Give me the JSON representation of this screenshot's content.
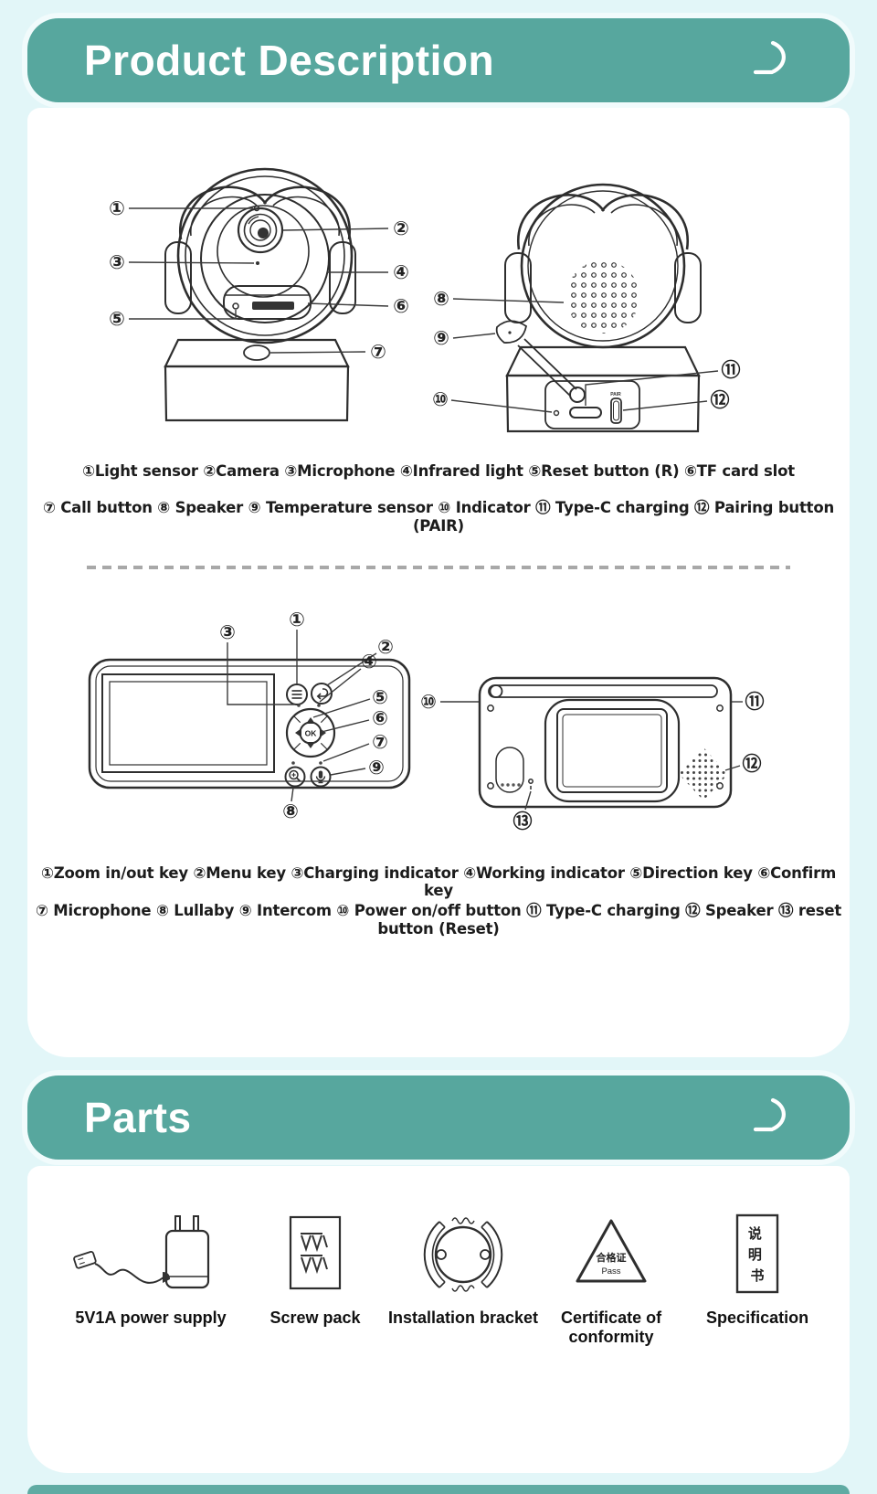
{
  "page": {
    "background": "#e2f6f8",
    "accent": "#57a79e",
    "card_color": "#ffffff",
    "line_color": "#333333"
  },
  "sections": {
    "product": {
      "title": "Product Description"
    },
    "parts": {
      "title": "Parts"
    }
  },
  "camera_diagram": {
    "front_callouts": [
      "①",
      "②",
      "③",
      "④",
      "⑤",
      "⑥",
      "⑦"
    ],
    "back_callouts": [
      "⑧",
      "⑨",
      "⑩",
      "⑪",
      "⑫"
    ],
    "pair_label": "PAIR",
    "legend_line1": "①Light sensor ②Camera ③Microphone ④Infrared light ⑤Reset button (R) ⑥TF card slot",
    "legend_line2": "⑦ Call button ⑧ Speaker ⑨ Temperature sensor ⑩ Indicator ⑪ Type-C charging ⑫ Pairing button (PAIR)"
  },
  "monitor_diagram": {
    "front_callouts": [
      "①",
      "②",
      "③",
      "④",
      "⑤",
      "⑥",
      "⑦",
      "⑧",
      "⑨"
    ],
    "back_callouts": [
      "⑩",
      "⑪",
      "⑫",
      "⑬"
    ],
    "ok_label": "OK",
    "legend_line1": "①Zoom in/out key ②Menu key ③Charging indicator ④Working indicator ⑤Direction key ⑥Confirm key",
    "legend_line2": "⑦ Microphone ⑧ Lullaby ⑨ Intercom ⑩ Power on/off button ⑪ Type-C charging ⑫ Speaker ⑬ reset button (Reset)"
  },
  "parts_list": {
    "items": [
      {
        "label": "5V1A power supply"
      },
      {
        "label": "Screw pack"
      },
      {
        "label": "Installation bracket"
      },
      {
        "label": "Certificate of conformity"
      },
      {
        "label": "Specification"
      }
    ],
    "certificate_cn": "合格证",
    "certificate_en": "Pass",
    "spec_chars": [
      "说",
      "明",
      "书"
    ]
  }
}
